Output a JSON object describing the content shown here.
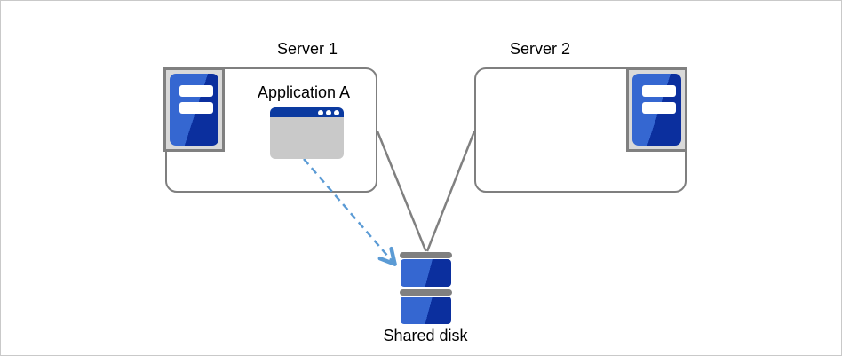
{
  "diagram": {
    "nodes": {
      "server1": {
        "label": "Server 1",
        "icon": "server-tower-icon"
      },
      "server2": {
        "label": "Server 2",
        "icon": "server-tower-icon"
      },
      "application_a": {
        "label": "Application A",
        "icon": "application-window-icon",
        "inside": "server1"
      },
      "shared_disk": {
        "label": "Shared disk",
        "icon": "shared-disk-icon"
      }
    },
    "edges": [
      {
        "from": "server1",
        "to": "shared_disk",
        "style": "solid-line"
      },
      {
        "from": "server2",
        "to": "shared_disk",
        "style": "solid-line"
      },
      {
        "from": "application_a",
        "to": "shared_disk",
        "style": "dashed-arrow"
      }
    ]
  },
  "colors": {
    "canvas_border": "#c9c9c9",
    "box_outline": "#7f7f7f",
    "connector": "#808080",
    "dashed_arrow": "#5b9bd5",
    "icon_blue_light": "#3567d1",
    "icon_blue_dark": "#0b2f9e",
    "titlebar_blue": "#0b3aa0",
    "panel_gray": "#d9d9d9",
    "panel_border": "#808080",
    "window_body_gray": "#c9c9c9",
    "disk_cap_gray": "#808080"
  }
}
